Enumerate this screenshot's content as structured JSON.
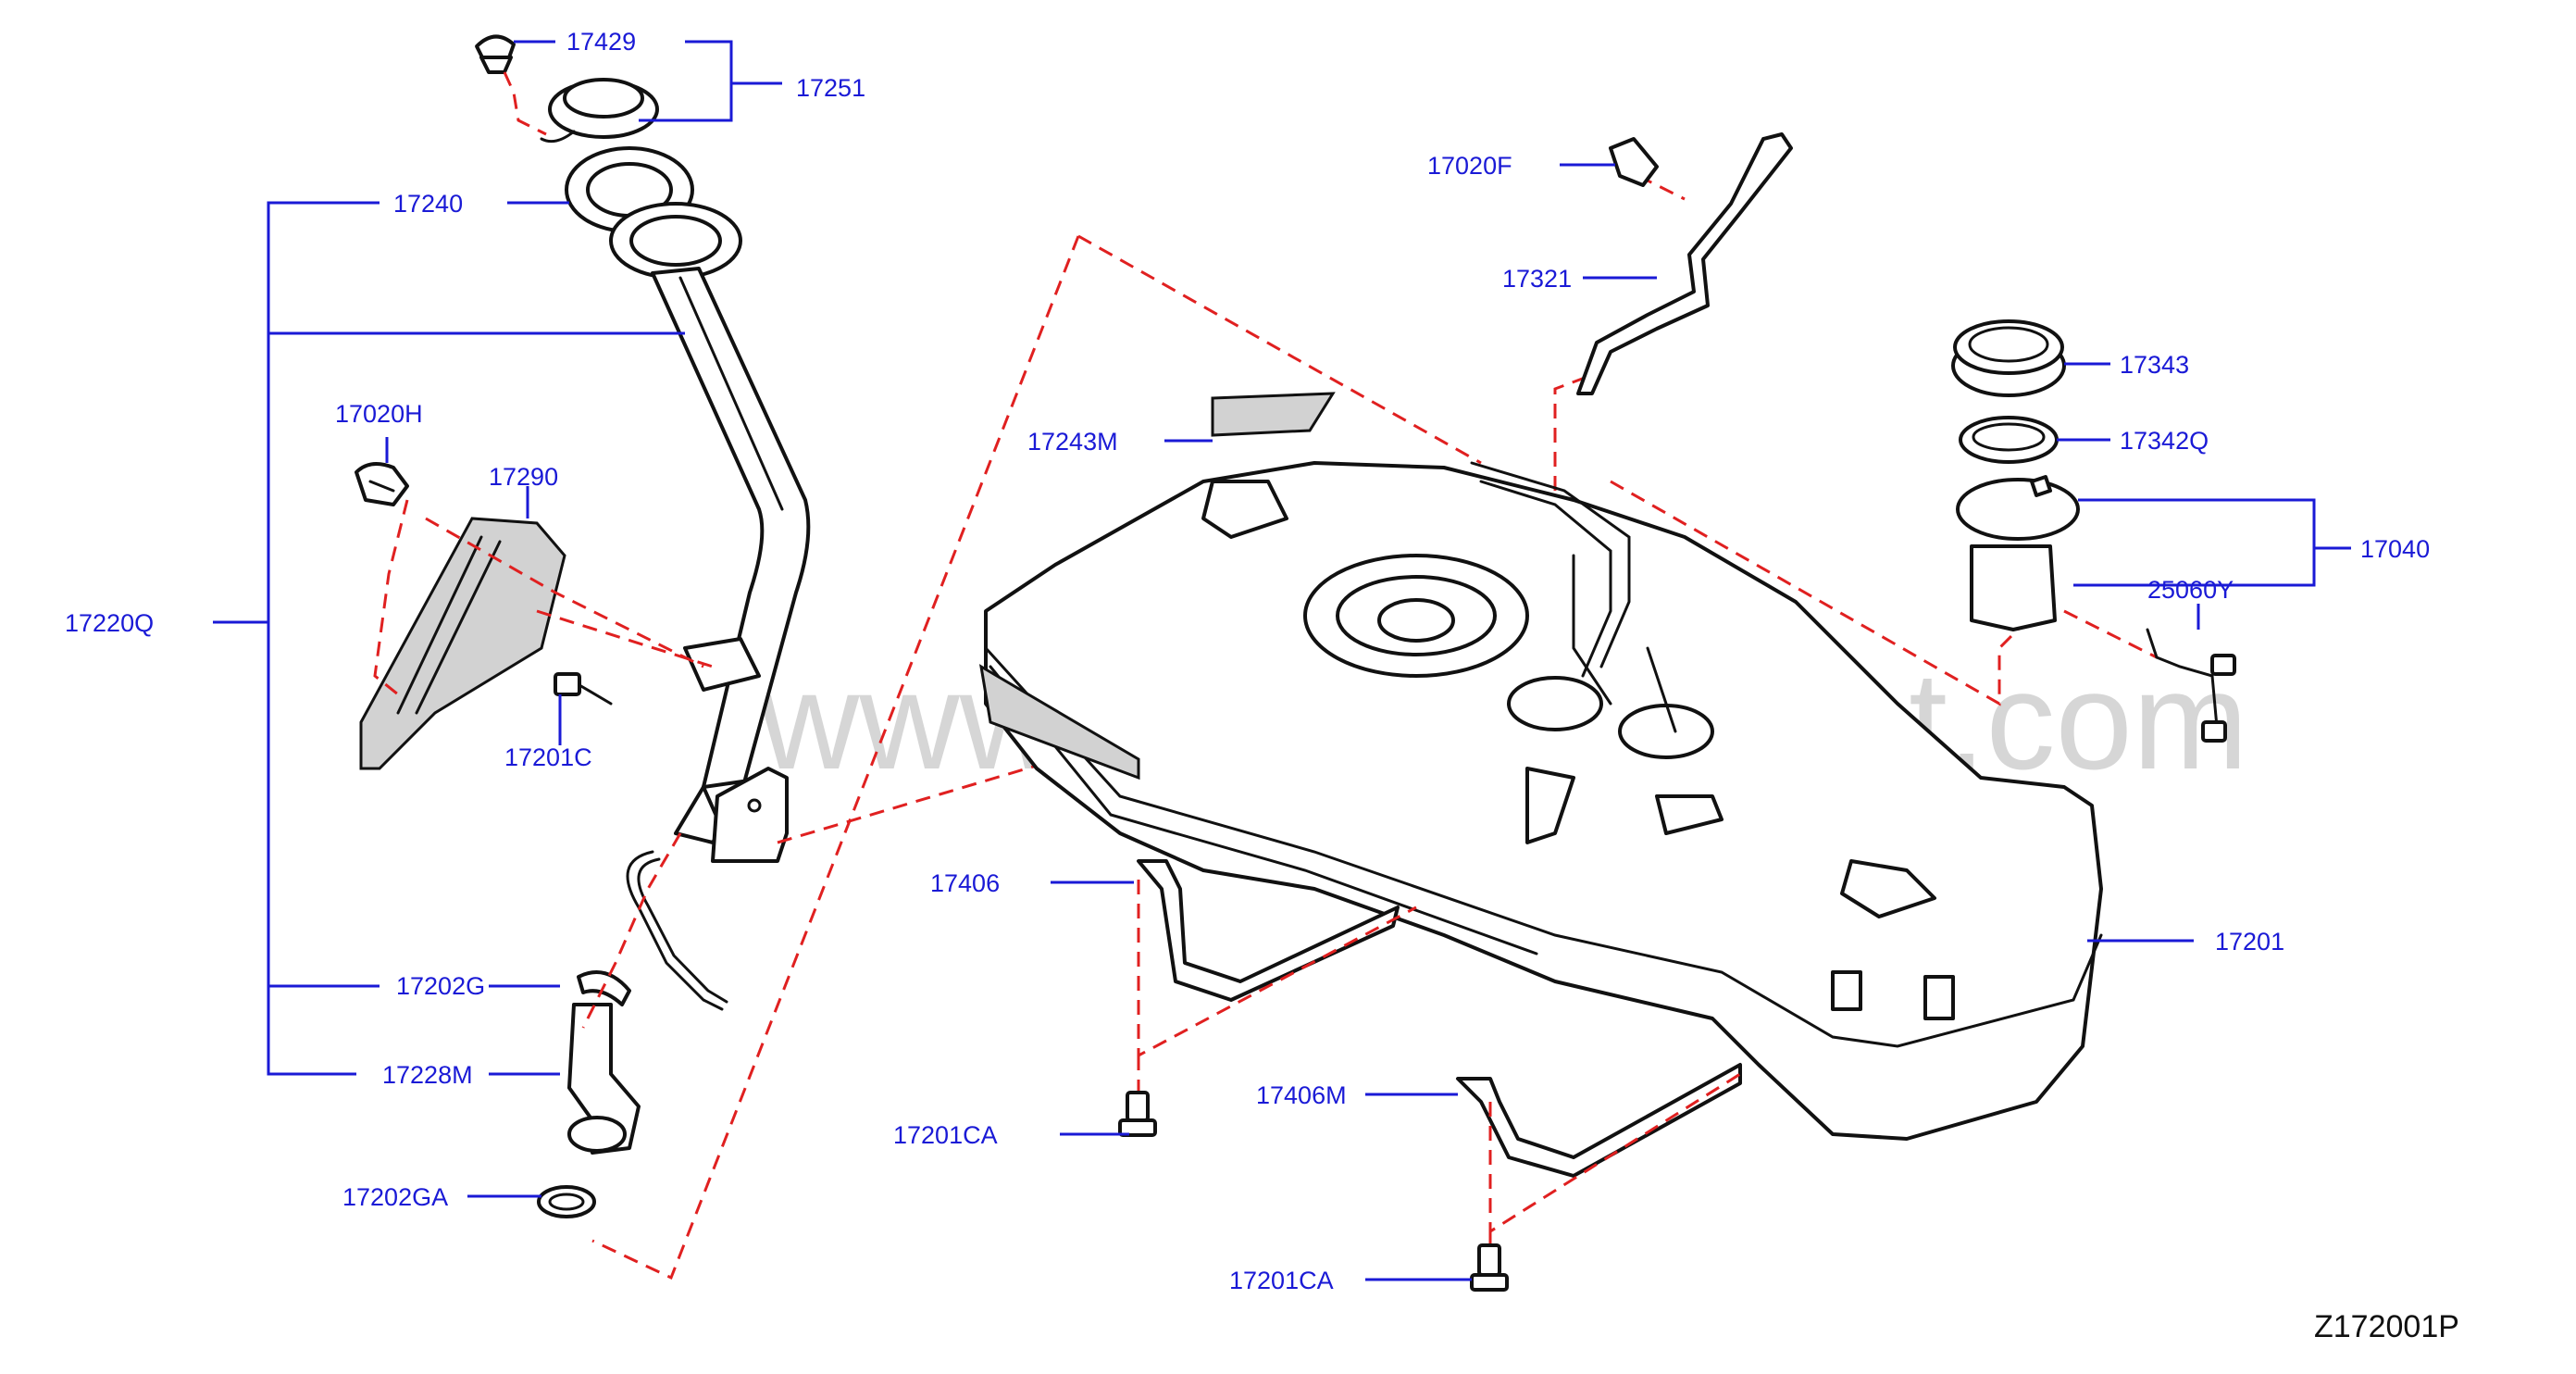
{
  "diagram": {
    "code": "Z172001P",
    "watermark": "www.partsassistant.com",
    "labels": {
      "p17429": "17429",
      "p17251": "17251",
      "p17240": "17240",
      "p17220Q": "17220Q",
      "p17020H": "17020H",
      "p17290": "17290",
      "p17201C": "17201C",
      "p17202G": "17202G",
      "p17228M": "17228M",
      "p17202GA": "17202GA",
      "p17020F": "17020F",
      "p17321": "17321",
      "p17243M": "17243M",
      "p17343": "17343",
      "p17342Q": "17342Q",
      "p17040": "17040",
      "p25060Y": "25060Y",
      "p17406": "17406",
      "p17201": "17201",
      "p17201CA_1": "17201CA",
      "p17406M": "17406M",
      "p17201CA_2": "17201CA"
    }
  }
}
